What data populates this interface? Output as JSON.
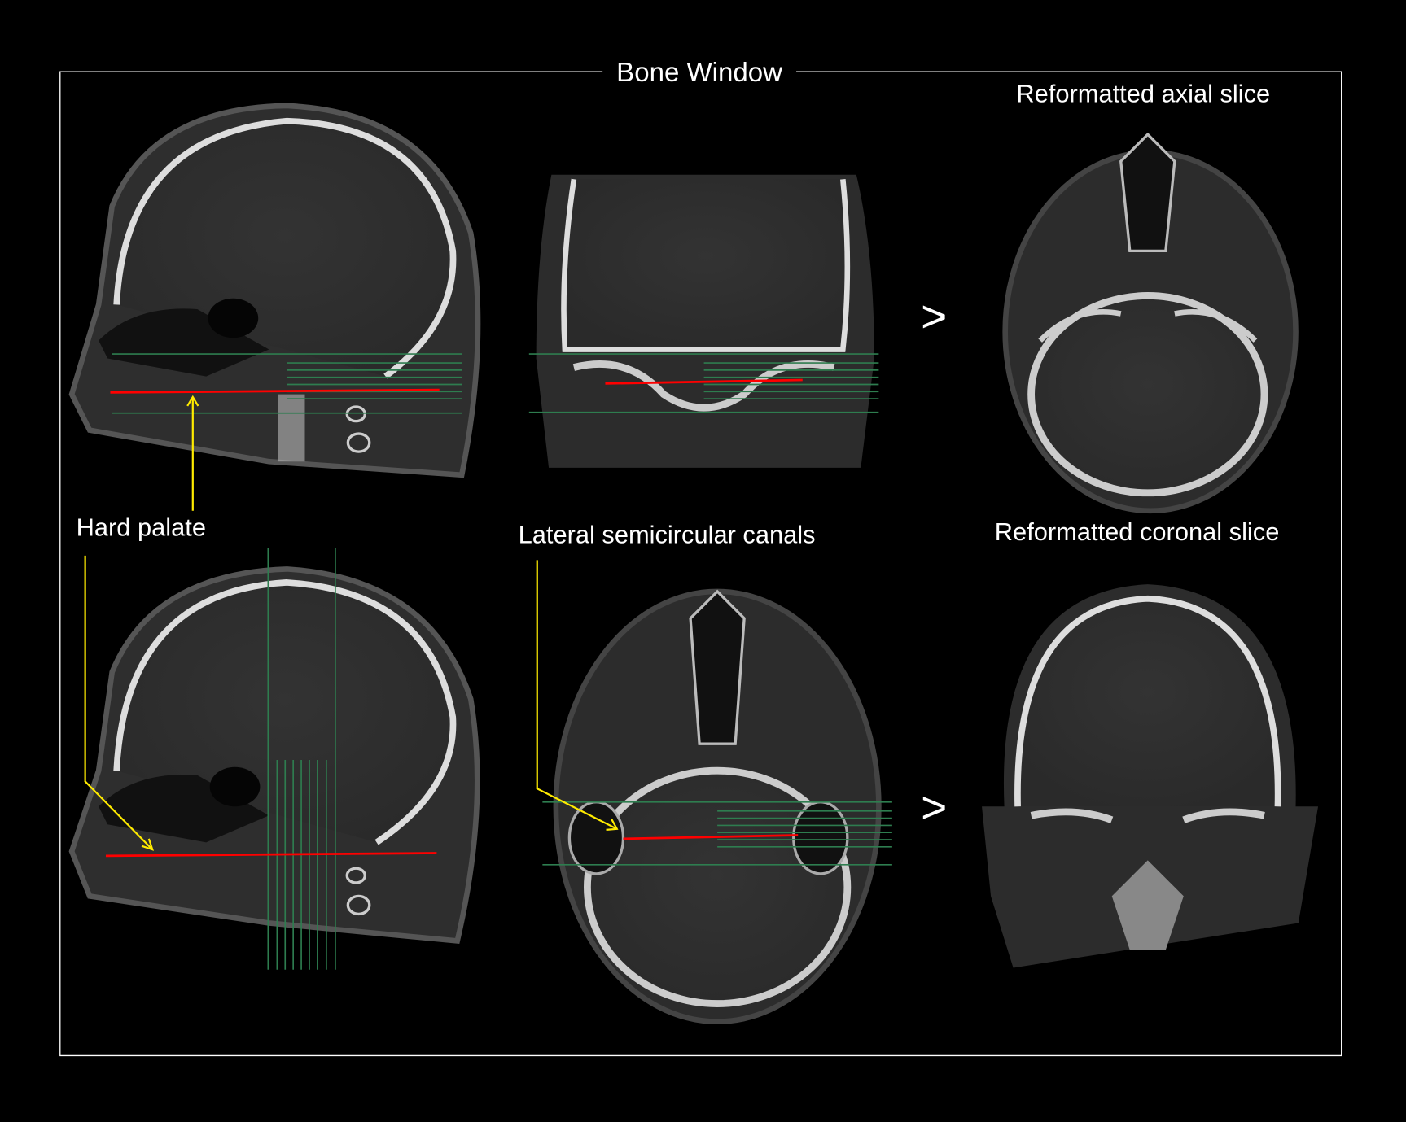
{
  "title": "Bone Window",
  "labels": {
    "axial": "Reformatted axial slice",
    "coronal": "Reformatted coronal slice",
    "hard_palate": "Hard palate",
    "canals": "Lateral semicircular canals"
  },
  "arrows": {
    "top": ">",
    "bottom": ">"
  },
  "colors": {
    "frame": "#ffffff",
    "plane": "#ff0000",
    "guide": "#2e7d4f",
    "annotation": "#ffeb00",
    "bone": "#d8d8d8",
    "tissue": "#3a3a3a"
  }
}
